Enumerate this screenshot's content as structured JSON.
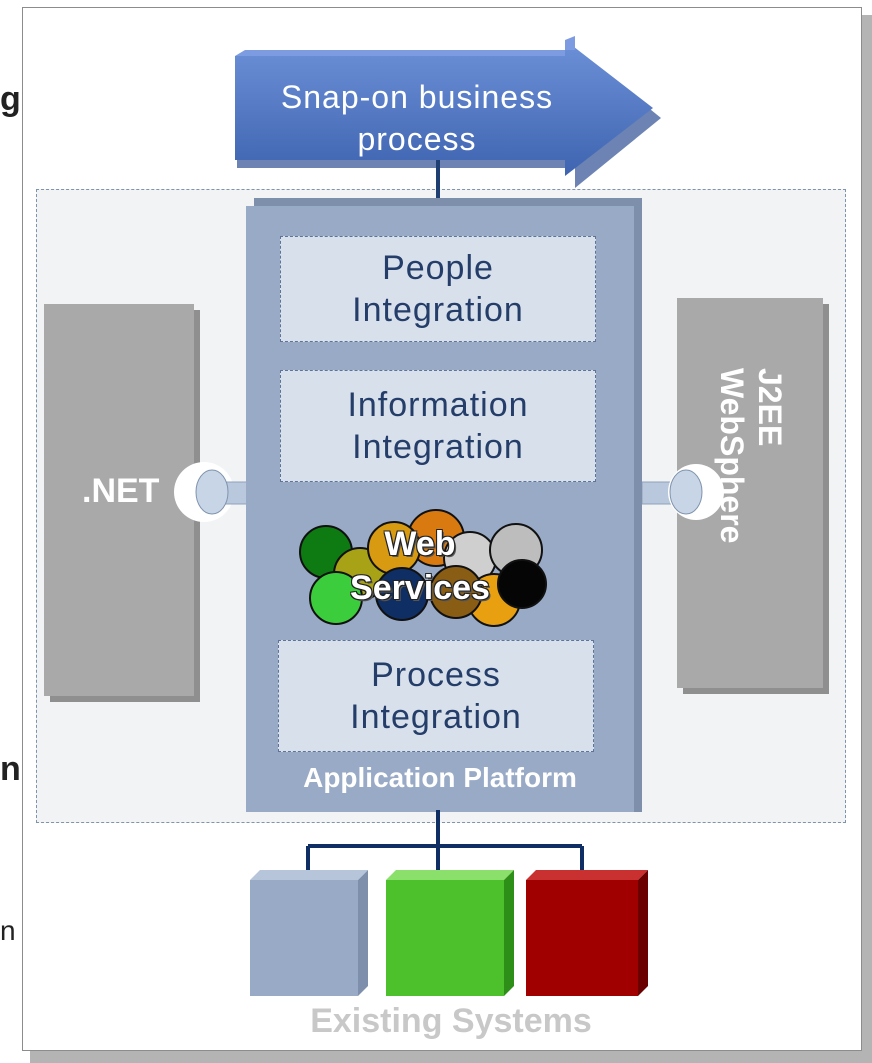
{
  "left_cut_text": {
    "top": "g",
    "middle": "n",
    "bottom": "n"
  },
  "arrow": {
    "line1": "Snap-on business",
    "line2": "process"
  },
  "left_box": {
    "label": ".NET"
  },
  "right_box": {
    "line1": "J2EE",
    "line2": "WebSphere"
  },
  "platform": {
    "label": "Application Platform",
    "people_line1": "People",
    "people_line2": "Integration",
    "information_line1": "Information",
    "information_line2": "Integration",
    "web_line1": "Web",
    "web_line2": "Services",
    "process_line1": "Process",
    "process_line2": "Integration"
  },
  "existing": {
    "label": "Existing Systems"
  },
  "colors": {
    "arrow": "#4f76c4",
    "platform": "#98aac6",
    "system_blue": "#98aac6",
    "system_green": "#4cc12b",
    "system_red": "#a00000",
    "side_box": "#a9a9a9"
  }
}
